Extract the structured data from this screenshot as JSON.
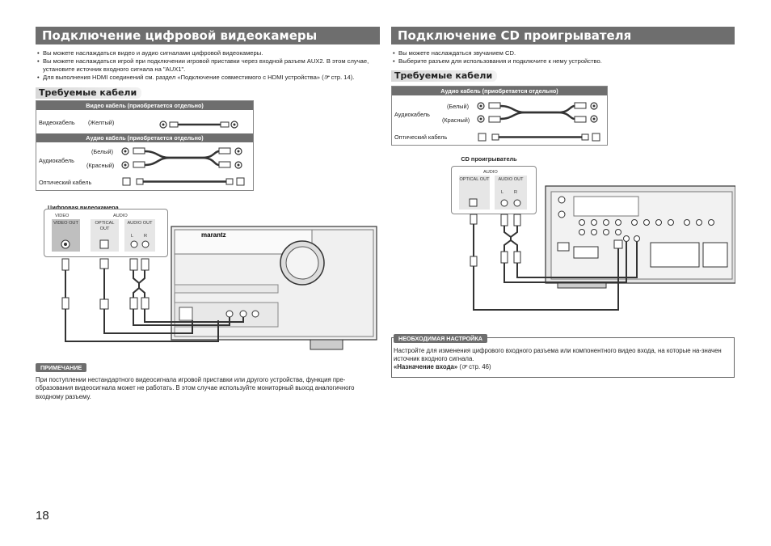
{
  "left": {
    "title": "Подключение цифровой видеокамеры",
    "bullets": [
      "Вы можете наслаждаться видео и аудио сигналами цифровой видеокамеры.",
      "Вы можете наслаждаться игрой при подключении игровой приставки через входной разъем AUX2. В этом случае, установите источник входного сигнала на \"AUX1\".",
      "Для выполнения HDMI соединений см. раздел «Подключение совместимого с HDMI устройства» ("
    ],
    "bullet3_page": "стр. 14).",
    "cables_heading": "Требуемые кабели",
    "video_header": "Видео кабель (приобретается отдельно)",
    "video_label": "Видеокабель",
    "video_color": "(Желтый)",
    "audio_header": "Аудио кабель (приобретается отдельно)",
    "audio_label": "Аудиокабель",
    "white": "(Белый)",
    "red": "(Красный)",
    "optical_label": "Оптический кабель",
    "device_name": "Цифровая видеокамера",
    "video_group": "VIDEO",
    "audio_group": "AUDIO",
    "video_out": "VIDEO OUT",
    "optical_out": "OPTICAL OUT",
    "audio_out": "AUDIO OUT",
    "l": "L",
    "r": "R",
    "brand": "marantz",
    "note_badge": "ПРИМЕЧАНИЕ",
    "note_text": "При поступлении нестандартного видеосигнала игровой приставки или другого устройства, функция пре-образования видеосигнала может не работать. В этом случае используйте мониторный выход аналогичного входному разъему."
  },
  "right": {
    "title": "Подключение CD проигрывателя",
    "bullets": [
      "Вы можете наслаждаться звучанием CD.",
      "Выберите разъем для использования и подключите к нему устройство."
    ],
    "cables_heading": "Требуемые кабели",
    "audio_header": "Аудио кабель (приобретается отдельно)",
    "audio_label": "Аудиокабель",
    "white": "(Белый)",
    "red": "(Красный)",
    "optical_label": "Оптический кабель",
    "device_name": "CD проигрыватель",
    "audio_group": "AUDIO",
    "optical_out": "OPTICAL OUT",
    "audio_out": "AUDIO OUT",
    "l": "L",
    "r": "R",
    "setup_badge": "НЕОБХОДИМАЯ НАСТРОЙКА",
    "setup_text": "Настройте для изменения цифрового входного разъема или компонентного видео входа, на которые на-значен источник входного сигнала.",
    "setup_link": "«Назначение входа»",
    "setup_page": "стр. 46)"
  },
  "page_number": "18",
  "colors": {
    "bar": "#6e6e6e"
  }
}
